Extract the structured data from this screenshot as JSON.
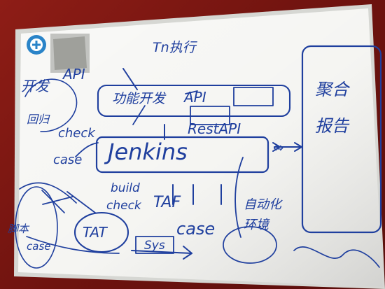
{
  "board": {
    "top_left": {
      "label_a": "开发",
      "label_b": "API"
    },
    "top_center": {
      "heading": "Tn执行",
      "middle_line": "功能开发",
      "api_box": "API"
    },
    "right_panel": {
      "line1": "聚合",
      "line2": "报告"
    },
    "jenkins": {
      "label": "Jenkins",
      "rest_api": "RestAPI",
      "arrow": "⇔"
    },
    "left_side": {
      "check": "check",
      "case": "case",
      "prefix": "回归"
    },
    "bottom": {
      "left_texts": [
        "脚本",
        "case"
      ],
      "circle_label": "TAT",
      "test_lines": [
        "TAF",
        "case"
      ],
      "small_box": "Sys",
      "right_texts": [
        "自动化",
        "环境"
      ],
      "left_middle": "build",
      "left_middle_b": "check"
    }
  }
}
